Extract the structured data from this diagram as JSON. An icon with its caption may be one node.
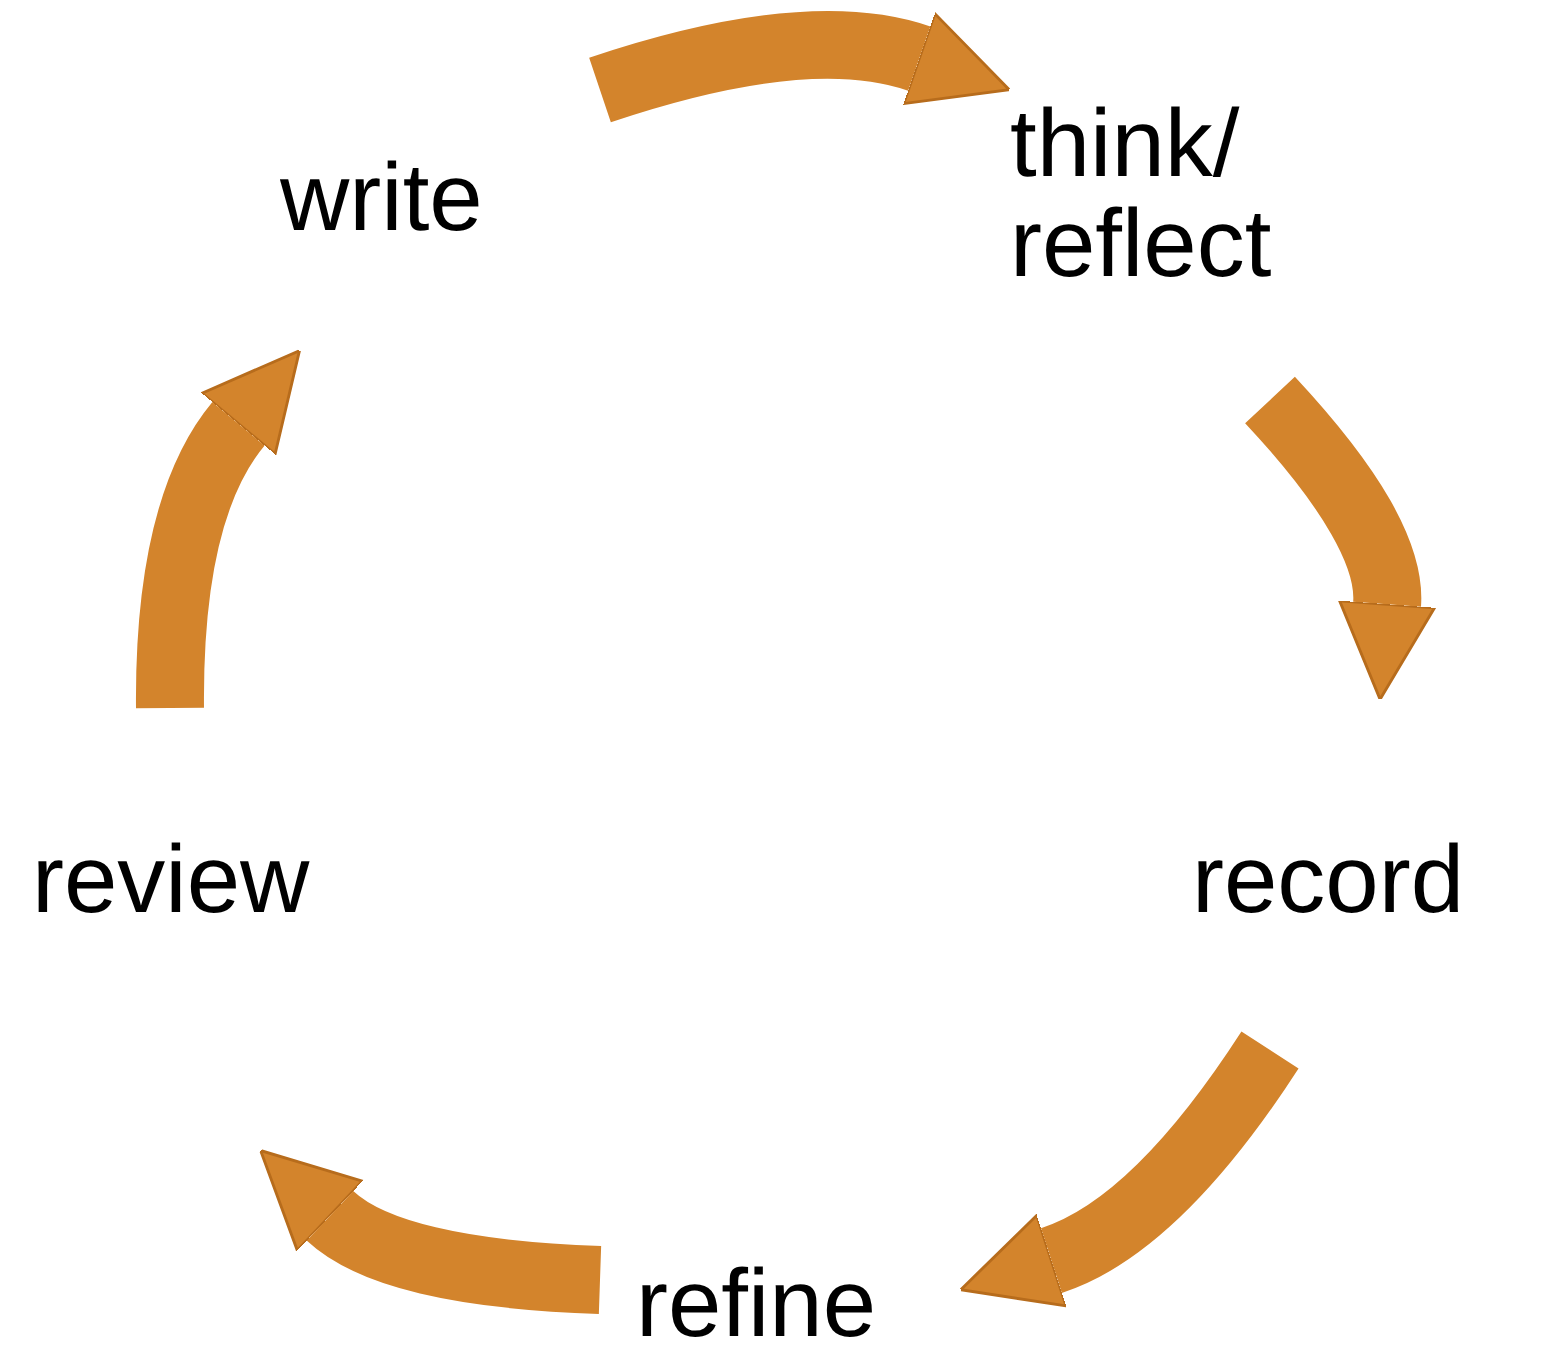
{
  "diagram": {
    "nodes": [
      {
        "text": [
          "write"
        ]
      },
      {
        "text": [
          "think/ reflect"
        ]
      },
      {
        "text": [
          "record"
        ]
      },
      {
        "text": [
          "refine"
        ]
      },
      {
        "text": [
          "review"
        ]
      }
    ],
    "edges": [
      {
        "from": 0,
        "to": 1,
        "arrow": "to"
      },
      {
        "from": 1,
        "to": 2,
        "arrow": "to"
      },
      {
        "from": 2,
        "to": 3,
        "arrow": "to"
      },
      {
        "from": 3,
        "to": 4,
        "arrow": "to"
      },
      {
        "from": 4,
        "to": 0,
        "arrow": "to"
      }
    ]
  }
}
